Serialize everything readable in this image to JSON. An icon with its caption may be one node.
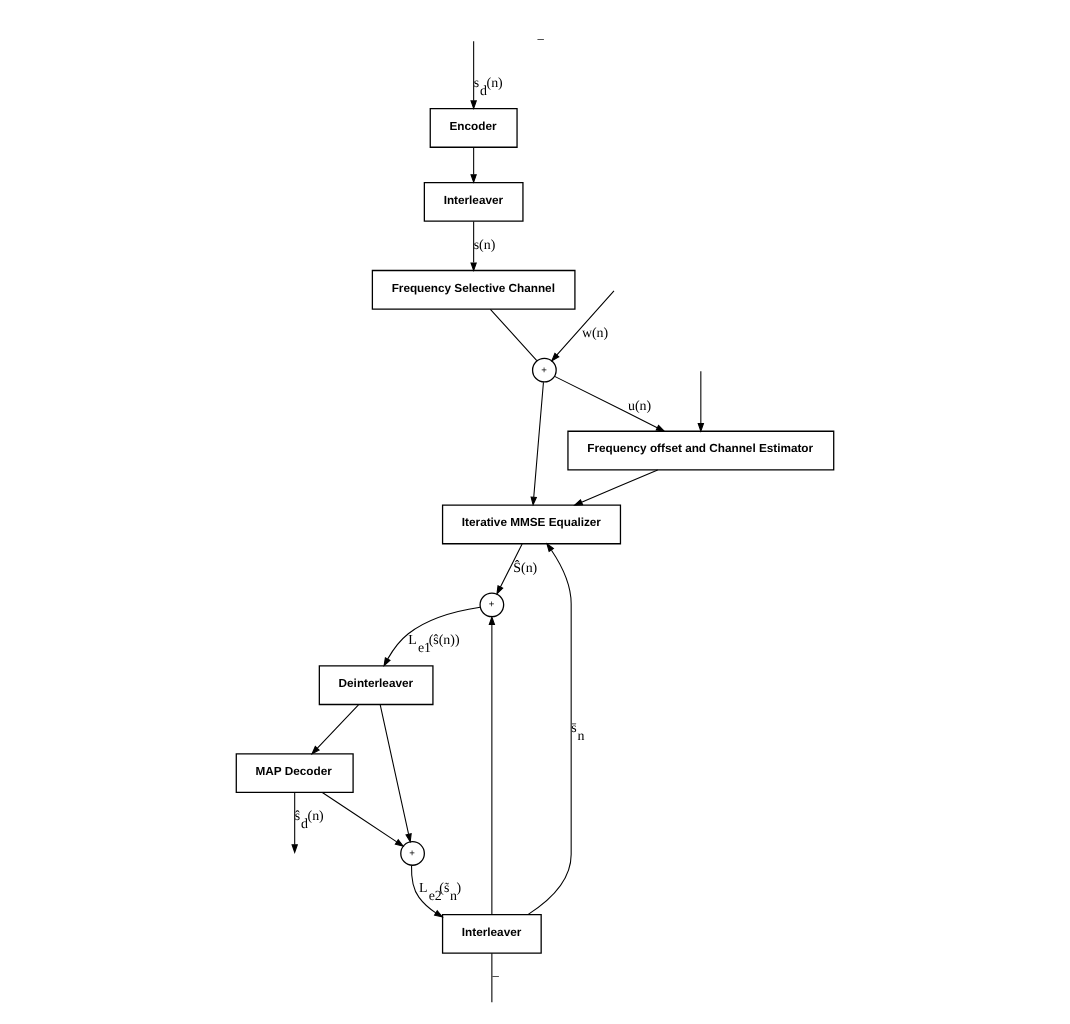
{
  "diagram": {
    "nodes": [
      {
        "text": [
          "Frequency offset and Channel Estimator"
        ]
      },
      {
        "text": [
          "Iterative MMSE Equalizer"
        ]
      },
      {
        "text": [
          "Frequency Selective Channel"
        ]
      },
      {
        "text": [
          "Interleaver"
        ]
      },
      {
        "text": [
          "Encoder"
        ]
      },
      {
        "text": [
          "+"
        ]
      },
      {
        "text": [
          "Interleaver"
        ]
      },
      {
        "text": [
          "Deinterleaver"
        ]
      },
      {
        "text": [
          "+"
        ]
      },
      {
        "text": [
          "+"
        ]
      },
      {
        "text": [
          "MAP Decoder"
        ]
      }
    ],
    "edges": [
      {
        "from": null,
        "to": 4,
        "arrow": "to",
        "label": "s$_{d}$(n)"
      },
      {
        "from": 4,
        "to": 3,
        "arrow": "to"
      },
      {
        "from": 3,
        "to": 2,
        "arrow": "to",
        "label": "s(n)"
      },
      {
        "from": 2,
        "to": 5,
        "arrow": "none"
      },
      {
        "from": null,
        "to": 5,
        "arrow": "to",
        "label": "w(n)"
      },
      {
        "from": 5,
        "to": 0,
        "arrow": "to",
        "label": "u(n)"
      },
      {
        "from": 5,
        "to": 1,
        "arrow": "to"
      },
      {
        "from": null,
        "to": 0,
        "arrow": "to"
      },
      {
        "from": 0,
        "to": 1,
        "arrow": "to"
      },
      {
        "from": 1,
        "to": 8,
        "arrow": "to",
        "label": "Ŝ(n)"
      },
      {
        "from": 6,
        "to": 1,
        "arrow": "to",
        "label": "s̄$_{n}$"
      },
      {
        "from": 6,
        "to": 8,
        "arrow": "to"
      },
      {
        "from": 6,
        "to": null,
        "arrow": "none",
        "label": "−"
      },
      {
        "from": 8,
        "to": 7,
        "arrow": "to",
        "label": "L$_{e1}$(ŝ(n))"
      },
      {
        "from": 7,
        "to": 10,
        "arrow": "to"
      },
      {
        "from": 7,
        "to": 9,
        "arrow": "to"
      },
      {
        "from": 10,
        "to": 9,
        "arrow": "to"
      },
      {
        "from": 9,
        "to": 6,
        "arrow": "to",
        "label": "L$_{e2}$(s̃$_{n}$)"
      },
      {
        "from": 10,
        "to": null,
        "arrow": "to",
        "label": "ŝ$_{d}$(n)"
      }
    ],
    "labels": [
      "−"
    ]
  }
}
